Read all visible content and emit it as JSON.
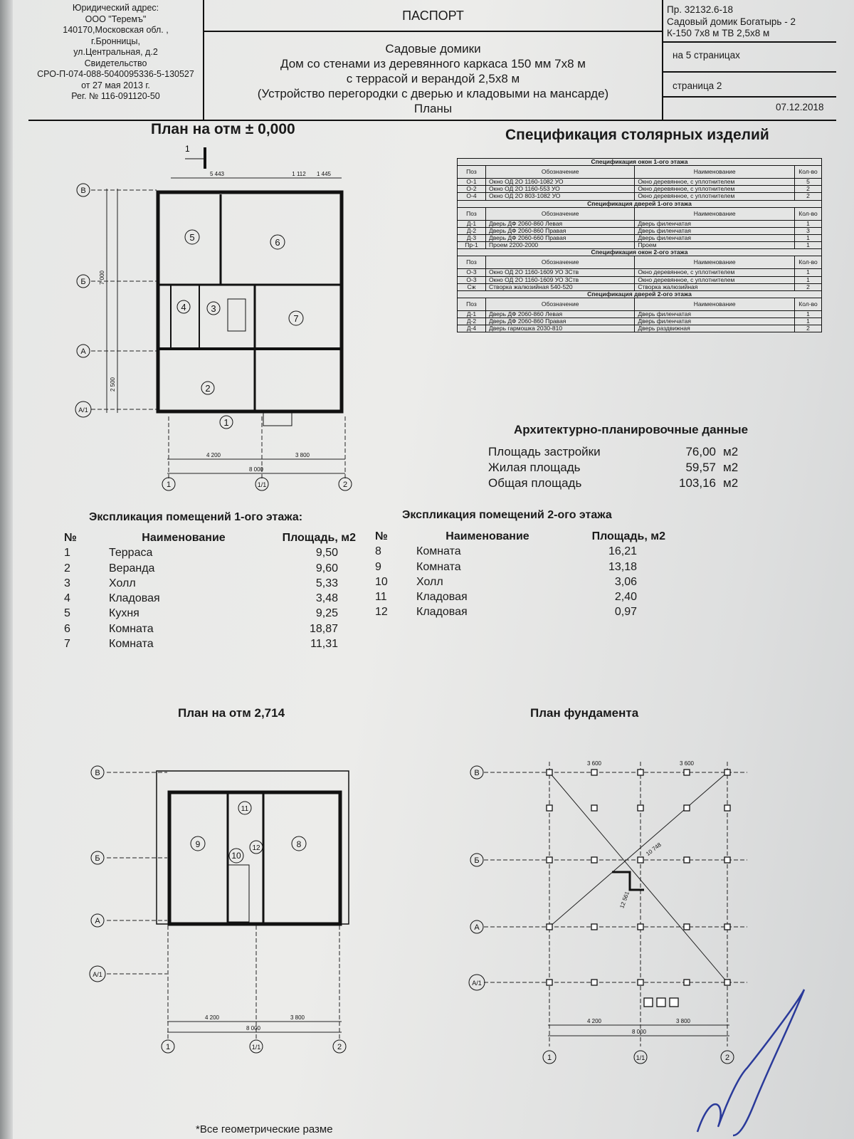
{
  "header": {
    "address_lines": [
      "Юридический адрес:",
      "ООО \"Теремъ\"",
      "140170,Московская обл. ,",
      "г.Бронницы,",
      "ул.Центральная, д.2",
      "Свидетельство",
      "СРО-П-074-088-5040095336-5-130527",
      "от 27 мая 2013 г.",
      "Рег. № 116-091120-50"
    ],
    "doc_type": "ПАСПОРТ",
    "title_lines": [
      "Садовые домики",
      "Дом со стенами из деревянного каркаса 150 мм 7х8 м",
      "с террасой и верандой 2,5х8 м",
      "(Устройство перегородки с дверью и кладовыми на мансарде)",
      "Планы"
    ],
    "project_lines": [
      "Пр. 32132.6-18",
      "Садовый домик Богатырь - 2",
      "К-150 7х8 м ТВ 2,5х8 м"
    ],
    "pages_total": "на  5  страницах",
    "page": "страница 2",
    "date": "07.12.2018"
  },
  "plan1": {
    "title": "План на отм ± 0,000",
    "rooms": [
      "1",
      "2",
      "3",
      "4",
      "5",
      "6",
      "7"
    ],
    "dims": {
      "top": "5 443",
      "top2": "1 112",
      "top3": "1 445",
      "bottom1": "4 200",
      "bottom2": "3 800",
      "total": "8 000",
      "left1": "7 000",
      "left2": "2 500"
    },
    "axes": [
      "В",
      "Б",
      "А",
      "А/1",
      "1",
      "1/1",
      "2"
    ],
    "section": "1"
  },
  "spec": {
    "title": "Спецификация столярных изделий",
    "columns": [
      "Поз",
      "Обозначение",
      "Наименование",
      "Кол-во"
    ],
    "sections": [
      {
        "title": "Спецификация окон 1-ого этажа",
        "rows": [
          [
            "О-1",
            "Окно ОД 2О 1160-1082 УО",
            "Окно деревянное, с уплотнителем",
            "5"
          ],
          [
            "О-2",
            "Окно ОД 2О 1160-553 УО",
            "Окно деревянное, с уплотнителем",
            "2"
          ],
          [
            "О-4",
            "Окно ОД 2О 803-1082 УО",
            "Окно деревянное, с уплотнителем",
            "2"
          ]
        ]
      },
      {
        "title": "Спецификация дверей 1-ого этажа",
        "rows": [
          [
            "Д-1",
            "Дверь ДФ 2060-860   Левая",
            "Дверь филенчатая",
            "1"
          ],
          [
            "Д-2",
            "Дверь ДФ 2060-860   Правая",
            "Дверь филенчатая",
            "3"
          ],
          [
            "Д-3",
            "Дверь ДФ 2060-660   Правая",
            "Дверь филенчатая",
            "1"
          ],
          [
            "Пр-1",
            "Проем 2200-2000",
            "Проем",
            "1"
          ]
        ]
      },
      {
        "title": "Спецификация окон 2-ого этажа",
        "rows": [
          [
            "О-3",
            "Окно ОД 2О 1160-1609 УО 3Ств",
            "Окно деревянное, с уплотнителем",
            "1"
          ],
          [
            "О-3",
            "Окно ОД 2О 1160-1609 УО 3Ств",
            "Окно деревянное, с уплотнителем",
            "1"
          ],
          [
            "Сж",
            "Створка жалюзийная 540-520",
            "Створка жалюзийная",
            "2"
          ]
        ]
      },
      {
        "title": "Спецификация дверей 2-ого этажа",
        "rows": [
          [
            "Д-1",
            "Дверь ДФ 2060-860   Левая",
            "Дверь филенчатая",
            "1"
          ],
          [
            "Д-2",
            "Дверь ДФ 2060-860   Правая",
            "Дверь филенчатая",
            "1"
          ],
          [
            "Д-4",
            "Дверь гармошка 2030-810",
            "Дверь раздвижная",
            "2"
          ]
        ]
      }
    ]
  },
  "arch": {
    "title": "Архитектурно-планировочные данные",
    "rows": [
      [
        "Площадь застройки",
        "76,00",
        "м2"
      ],
      [
        "Жилая площадь",
        "59,57",
        "м2"
      ],
      [
        "Общая площадь",
        "103,16",
        "м2"
      ]
    ]
  },
  "expl1": {
    "title": "Экспликация помещений 1-ого этажа:",
    "columns": [
      "№",
      "Наименование",
      "Площадь, м2"
    ],
    "rows": [
      [
        "1",
        "Терраса",
        "9,50"
      ],
      [
        "2",
        "Веранда",
        "9,60"
      ],
      [
        "3",
        "Холл",
        "5,33"
      ],
      [
        "4",
        "Кладовая",
        "3,48"
      ],
      [
        "5",
        "Кухня",
        "9,25"
      ],
      [
        "6",
        "Комната",
        "18,87"
      ],
      [
        "7",
        "Комната",
        "11,31"
      ]
    ]
  },
  "expl2": {
    "title": "Экспликация помещений 2-ого этажа",
    "columns": [
      "№",
      "Наименование",
      "Площадь, м2"
    ],
    "rows": [
      [
        "8",
        "Комната",
        "16,21"
      ],
      [
        "9",
        "Комната",
        "13,18"
      ],
      [
        "10",
        "Холл",
        "3,06"
      ],
      [
        "11",
        "Кладовая",
        "2,40"
      ],
      [
        "12",
        "Кладовая",
        "0,97"
      ]
    ]
  },
  "plan2": {
    "title": "План на отм 2,714",
    "rooms": [
      "8",
      "9",
      "10",
      "11",
      "12"
    ],
    "dims": {
      "bottom1": "4 200",
      "bottom2": "3 800",
      "total": "8 000"
    }
  },
  "plan3": {
    "title": "План фундамента",
    "dims": {
      "a": "3 600",
      "b": "3 600",
      "diag1": "10 748",
      "diag2": "12 561",
      "bottom1": "4 200",
      "bottom2": "3 800",
      "total": "8 000"
    }
  },
  "footnote": "*Все геометрические разме"
}
